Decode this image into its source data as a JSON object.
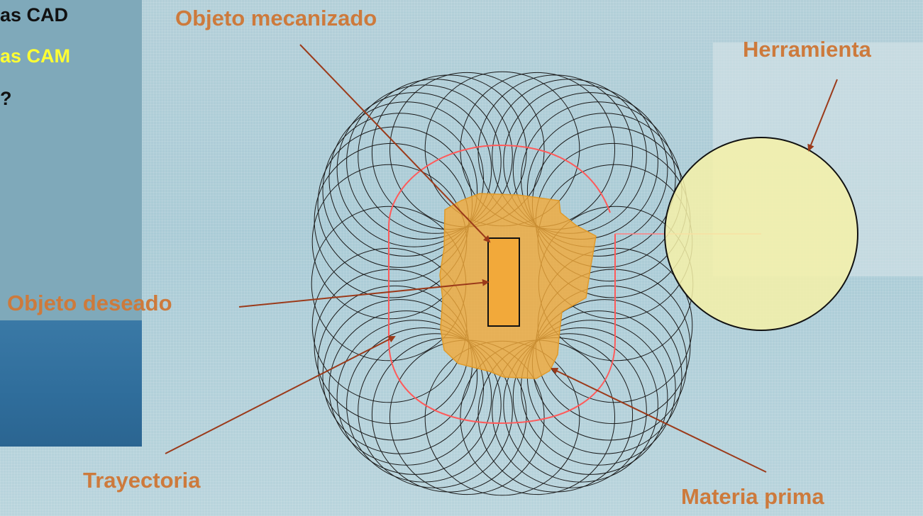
{
  "menu": {
    "item1": "as CAD",
    "item2": "as CAM",
    "item3": "?"
  },
  "labels": {
    "machined_object": "Objeto mecanizado",
    "tool": "Herramienta",
    "desired_object": "Objeto deseado",
    "trajectory": "Trayectoria",
    "raw_material": "Materia prima"
  },
  "colors": {
    "label": "#cd7a3c",
    "arrow": "#9b3a1a",
    "trajectory": "#ff5a5a",
    "raw_material": "#f2a93a",
    "desired_object": "#f2a93a",
    "tool": "#f6f1a8",
    "menu_highlight": "#ffff33"
  }
}
